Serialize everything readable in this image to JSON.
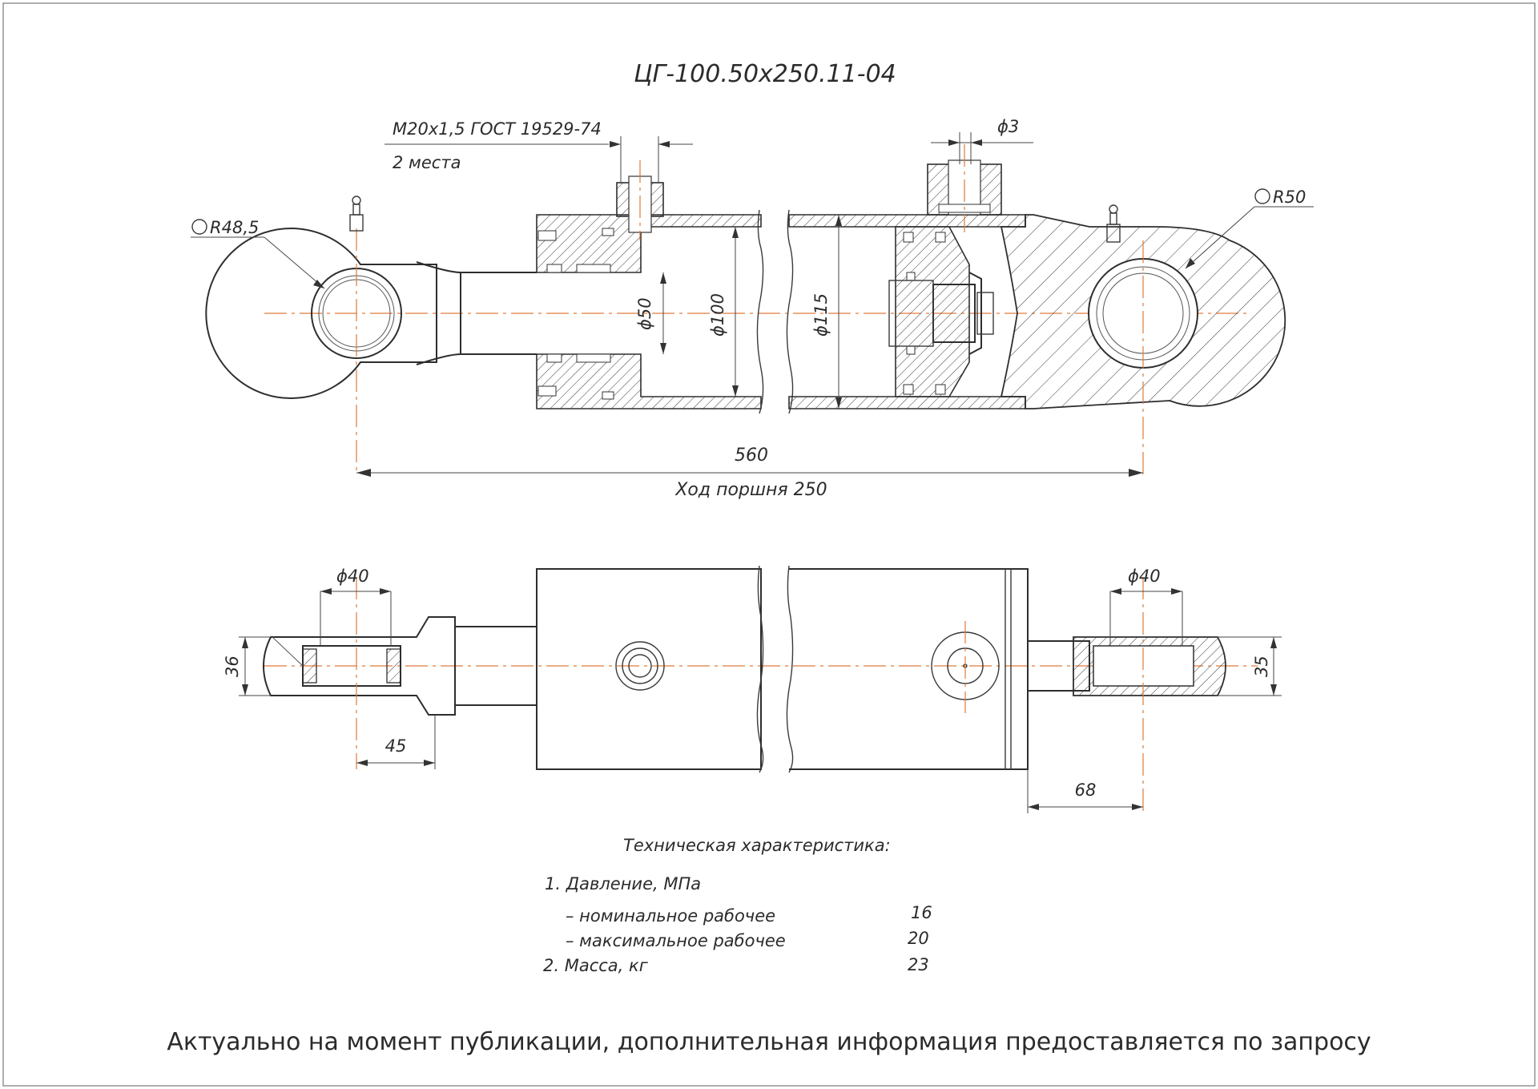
{
  "drawing": {
    "title": "ЦГ-100.50х250.11-04",
    "thread_note": "М20х1,5 ГОСТ 19529-74",
    "thread_places": "2 места",
    "port_dia": "ϕ3",
    "sphere_left": "R48,5",
    "sphere_right": "R50",
    "rod_dia": "ϕ50",
    "bore_dia": "ϕ100",
    "tube_dia": "ϕ115",
    "length": "560",
    "stroke": "Ход поршня 250",
    "eye_left_dia": "ϕ40",
    "eye_right_dia": "ϕ40",
    "eye_left_width": "36",
    "eye_right_width": "35",
    "left_offset": "45",
    "right_offset": "68"
  },
  "specs": {
    "heading": "Техническая характеристика:",
    "items": [
      {
        "label": "1. Давление, МПа",
        "value": ""
      },
      {
        "label": "– номинальное рабочее",
        "value": "16"
      },
      {
        "label": "– максимальное рабочее",
        "value": "20"
      },
      {
        "label": "2. Масса, кг",
        "value": "23"
      }
    ]
  },
  "footer": "Актуально на момент публикации, дополнительная информация предоставляется по запросу"
}
